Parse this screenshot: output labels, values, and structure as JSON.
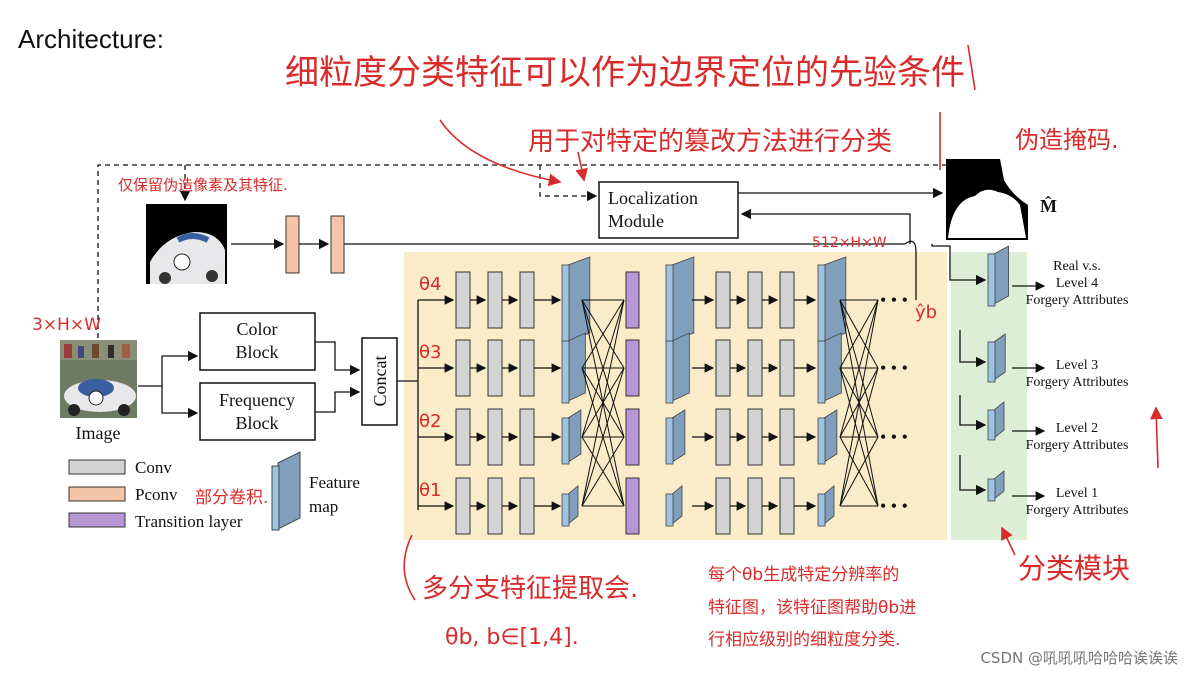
{
  "slide": {
    "title": "Architecture:",
    "watermark": "CSDN @吼吼吼哈哈哈诶诶诶"
  },
  "diagram": {
    "input_label": "Image",
    "color_block": [
      "Color",
      "Block"
    ],
    "frequency_block": [
      "Frequency",
      "Block"
    ],
    "concat_label": "Concat",
    "localization": [
      "Localization",
      "Module"
    ],
    "mask_label": "M̂",
    "branch_labels": [
      "θ4",
      "θ3",
      "θ2",
      "θ1"
    ],
    "y_hat_label": "ŷb",
    "ellipsis": "• • •",
    "outputs": [
      {
        "line1": "Real v.s.",
        "line2": "Level 4",
        "line3": "Forgery Attributes"
      },
      {
        "line1": "",
        "line2": "Level 3",
        "line3": "Forgery Attributes"
      },
      {
        "line1": "",
        "line2": "Level 2",
        "line3": "Forgery Attributes"
      },
      {
        "line1": "",
        "line2": "Level 1",
        "line3": "Forgery Attributes"
      }
    ],
    "legend": {
      "conv": "Conv",
      "pconv": "Pconv",
      "transition": "Transition layer",
      "feature_map": [
        "Feature",
        "map"
      ]
    }
  },
  "annotations": {
    "top_line1": "细粒度分类特征可以作为边界定位的先验条件",
    "top_line2": "用于对特定的篡改方法进行分类",
    "forgery_mask": "伪造掩码.",
    "keep_pixels": "仅保留伪造像素及其特征.",
    "dim_input": "3×H×W",
    "dim_feature": "512×H×W",
    "pconv_note": "部分卷积.",
    "branch_note_line1": "多分支特征提取会.",
    "branch_note_line2": "θb, b∈[1,4].",
    "each_note_line1": "每个θb生成特定分辨率的",
    "each_note_line2": "特征图，该特征图帮助θb进",
    "each_note_line3": "行相应级别的细粒度分类.",
    "cls_module": "分类模块"
  },
  "colors": {
    "conv": "#d3d3d3",
    "pconv": "#f4c4a6",
    "transition": "#b796d6",
    "feature_map": "#9ec3e0",
    "backbone_bg": "#fbecc9",
    "head_bg": "#dcefd6",
    "annotation": "#d92b2b"
  },
  "icons": {
    "input": "race-car-photo-icon",
    "masked": "masked-car-photo-icon",
    "mask": "forgery-mask-icon"
  }
}
